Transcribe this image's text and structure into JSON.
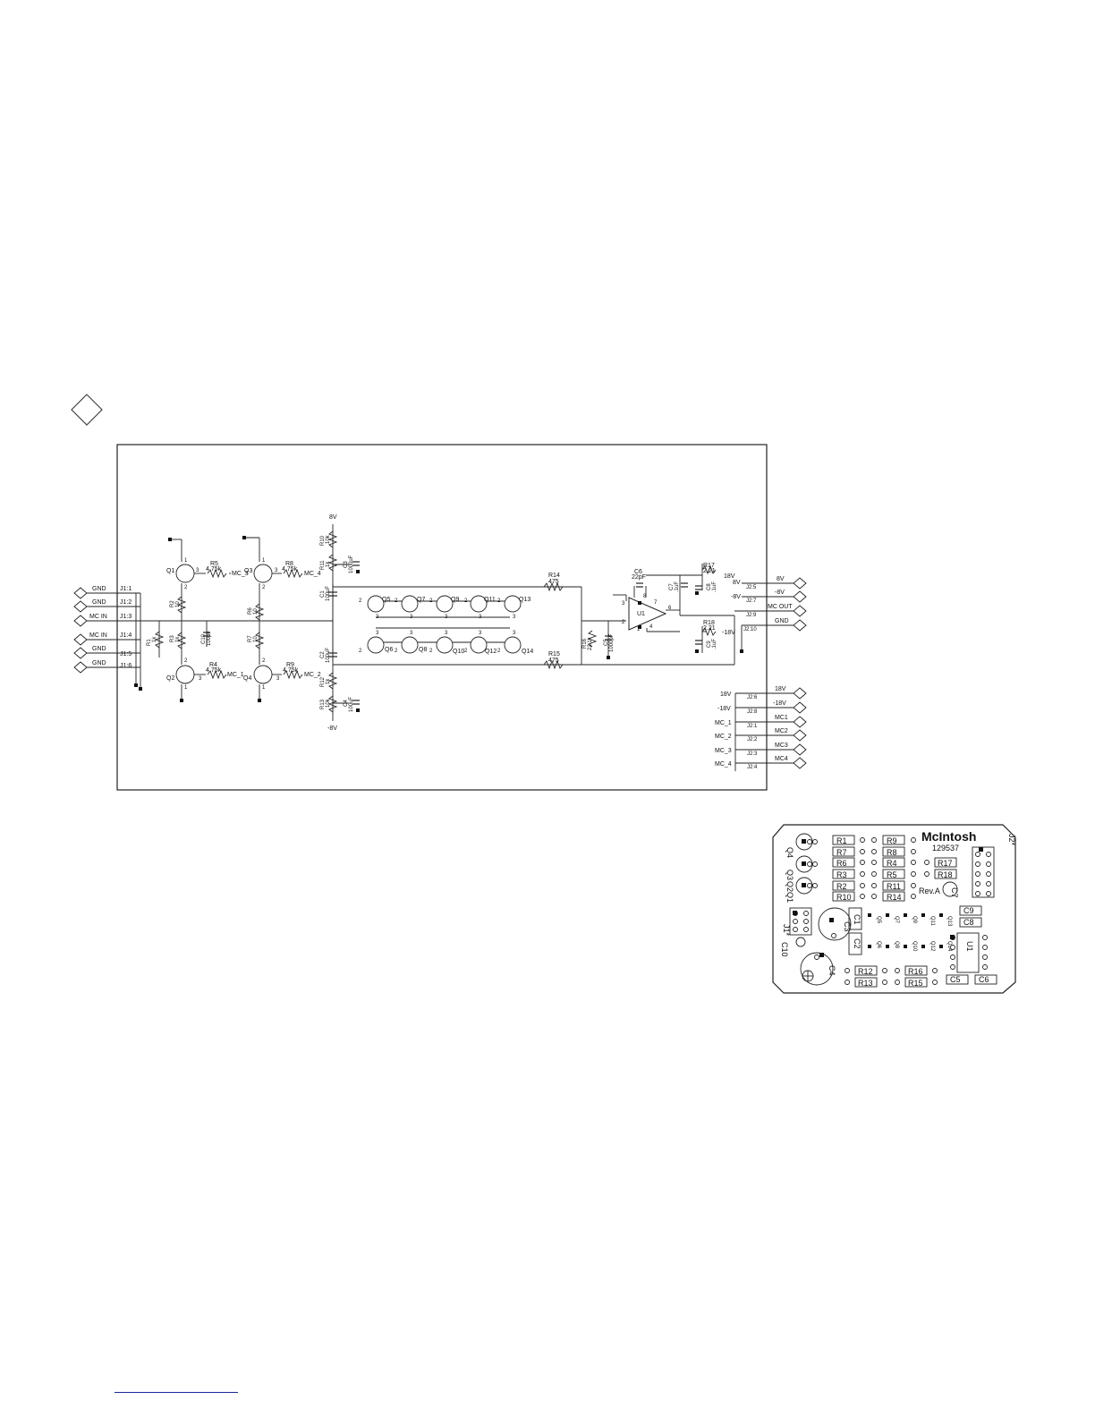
{
  "schematic": {
    "left_connectors": [
      "GND",
      "GND",
      "MC IN",
      "MC IN",
      "GND",
      "GND"
    ],
    "left_pins": [
      "J1:1",
      "J1:2",
      "J1:3",
      "J1:4",
      "J1:5",
      "J1:6"
    ],
    "right_connectors": [
      "8V",
      "-8V",
      "MC OUT",
      "GND"
    ],
    "right_pins": [
      "J2:5",
      "J2:7",
      "J2:9",
      "J2:10"
    ],
    "right_nets": [
      "8V",
      "-8V"
    ],
    "lower_connectors": [
      "18V",
      "-18V",
      "MC1",
      "MC2",
      "MC3",
      "MC4"
    ],
    "lower_pins": [
      "J2:6",
      "J2:8",
      "J2:1",
      "J2:2",
      "J2:3",
      "J2:4"
    ],
    "lower_nets": [
      "18V",
      "-18V",
      "MC_1",
      "MC_2",
      "MC_3",
      "MC_4"
    ],
    "transistors": [
      "Q1",
      "Q2",
      "Q3",
      "Q4",
      "Q5",
      "Q6",
      "Q7",
      "Q8",
      "Q9",
      "Q10",
      "Q11",
      "Q12",
      "Q13",
      "Q14"
    ],
    "resistors": {
      "R1": {
        "ref": "R1",
        "value": "1k"
      },
      "R2": {
        "ref": "R2",
        "value": "10"
      },
      "R3": {
        "ref": "R3",
        "value": "1k"
      },
      "R4": {
        "ref": "R4",
        "value": "4.75k"
      },
      "R5": {
        "ref": "R5",
        "value": "4.75k"
      },
      "R6": {
        "ref": "R6",
        "value": "10"
      },
      "R7": {
        "ref": "R7",
        "value": "10"
      },
      "R8": {
        "ref": "R8",
        "value": "4.75k"
      },
      "R9": {
        "ref": "R9",
        "value": "4.75k"
      },
      "R10": {
        "ref": "R10",
        "value": "10k"
      },
      "R11": {
        "ref": "R11",
        "value": "1k"
      },
      "R12": {
        "ref": "R12",
        "value": "1k"
      },
      "R13": {
        "ref": "R13",
        "value": "10k"
      },
      "R14": {
        "ref": "R14",
        "value": "475"
      },
      "R15": {
        "ref": "R15",
        "value": "475"
      },
      "R16": {
        "ref": "R16",
        "value": "22.1k"
      },
      "R17": {
        "ref": "R17",
        "value": "2.21"
      },
      "R18": {
        "ref": "R18",
        "value": "2.21"
      }
    },
    "capacitors": {
      "C1": {
        "ref": "C1",
        "value": "100uF"
      },
      "C2": {
        "ref": "C2",
        "value": "100uF"
      },
      "C3": {
        "ref": "C3",
        "value": "1000uF"
      },
      "C4": {
        "ref": "C4",
        "value": "100uF"
      },
      "C5": {
        "ref": "C5",
        "value": "1000pF"
      },
      "C6": {
        "ref": "C6",
        "value": "22pF"
      },
      "C7": {
        "ref": "C7",
        "value": ".1uF"
      },
      "C8": {
        "ref": "C8",
        "value": ".1uF"
      },
      "C9": {
        "ref": "C9",
        "value": ".1uF"
      },
      "C10": {
        "ref": "C10",
        "value": "100pF"
      }
    },
    "nets": {
      "mc1": "MC_1",
      "mc2": "MC_2",
      "mc3": "MC_3",
      "mc4": "MC_4",
      "v8": "8V",
      "vm8": "-8V",
      "v18": "18V",
      "vm18": "-18V",
      "vm18a": "-18V",
      "vm18b": "-18V"
    },
    "opamp": "U1",
    "opamp_pins": [
      "3",
      "2",
      "7",
      "6",
      "4",
      "8",
      "1"
    ]
  },
  "pcb": {
    "brand": "McIntosh",
    "part_number": "129537",
    "revision": "Rev.A",
    "resistor_rows": [
      [
        "R1",
        "R9"
      ],
      [
        "R7",
        "R8"
      ],
      [
        "R6",
        "R4",
        "R17"
      ],
      [
        "R3",
        "R5",
        "R18"
      ],
      [
        "R2",
        "R11"
      ],
      [
        "R10",
        "R14"
      ]
    ],
    "transistor_labels": [
      "Q4",
      "Q3",
      "Q2",
      "Q1"
    ],
    "connector_labels": [
      "J1*",
      "J2*"
    ],
    "cap_labels": [
      "C10",
      "C3",
      "C4",
      "C1",
      "C2",
      "C7",
      "C9",
      "C8",
      "C5",
      "C6"
    ],
    "ic_label": "U1",
    "lower_resistors": [
      "R12",
      "R16",
      "R13",
      "R15"
    ],
    "small_transistors": [
      "Q5",
      "Q7",
      "Q9",
      "Q11",
      "Q13",
      "Q6",
      "Q8",
      "Q10",
      "Q12",
      "Q14"
    ]
  }
}
